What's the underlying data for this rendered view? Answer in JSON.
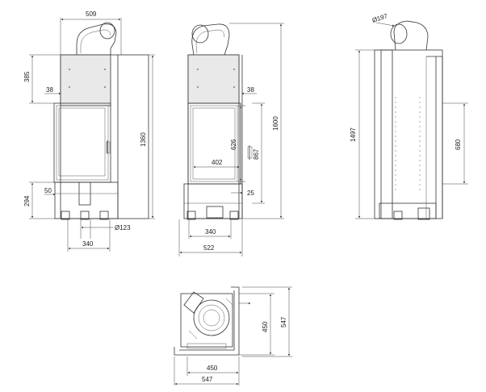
{
  "dimensions": {
    "front": {
      "width_top": "509",
      "upper_height": "385",
      "frame_offset": "38",
      "total_height": "1360",
      "base_offset": "50",
      "base_height": "294",
      "flue_diameter": "Ø123",
      "base_width": "340"
    },
    "side": {
      "frame_offset": "38",
      "total_height": "1600",
      "glass_height": "626",
      "door_height": "867",
      "glass_width": "402",
      "bottom_offset": "25",
      "base_width": "340",
      "total_width": "522"
    },
    "profile": {
      "flue_diameter": "Ø197",
      "total_height": "1497",
      "side_height": "680"
    },
    "plan": {
      "depth_inner": "450",
      "depth_outer": "547",
      "width_inner": "450",
      "width_outer": "547"
    }
  }
}
